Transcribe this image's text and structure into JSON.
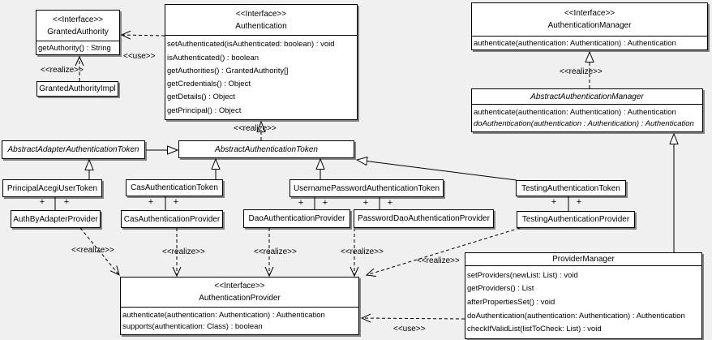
{
  "colors": {
    "background": "#f0f0f0",
    "box_fill": "#ffffff",
    "line": "#000000"
  },
  "labels": {
    "realize": "<<realize>>",
    "use": "<<use>>",
    "plus": "+"
  },
  "classes": {
    "granted_authority": {
      "stereotype": "<<Interface>>",
      "name": "GrantedAuthority",
      "methods": [
        "getAuthority() : String"
      ]
    },
    "granted_authority_impl": {
      "name": "GrantedAuthorityImpl"
    },
    "authentication": {
      "stereotype": "<<Interface>>",
      "name": "Authentication",
      "methods": [
        "setAuthenticated(isAuthenticated: boolean) : void",
        "isAuthenticated() : boolean",
        "getAuthorities() : GrantedAuthority[]",
        "getCredentials() : Object",
        "getDetails() : Object",
        "getPrincipal() : Object"
      ]
    },
    "authentication_manager": {
      "stereotype": "<<Interface>>",
      "name": "AuthenticationManager",
      "methods": [
        "authenticate(authentication: Authentication) : Authentication"
      ]
    },
    "abstract_authentication_manager": {
      "name": "AbstractAuthenticationManager",
      "methods": [
        "authenticate(authentication: Authentication) : Authentication",
        "doAuthentication(authentication : Authentication) : Authentication"
      ]
    },
    "abstract_adapter_authentication_token": {
      "name": "AbstractAdapterAuthenticationToken"
    },
    "abstract_authentication_token": {
      "name": "AbstractAuthenticationToken"
    },
    "principal_acegi_user_token": {
      "name": "PrincipalAcegiUserToken"
    },
    "cas_authentication_token": {
      "name": "CasAuthenticationToken"
    },
    "username_password_authentication_token": {
      "name": "UsernamePasswordAuthenticationToken"
    },
    "testing_authentication_token": {
      "name": "TestingAuthenticationToken"
    },
    "auth_by_adapter_provider": {
      "name": "AuthByAdapterProvider"
    },
    "cas_authentication_provider": {
      "name": "CasAuthenticationProvider"
    },
    "dao_authentication_provider": {
      "name": "DaoAuthenticationProvider"
    },
    "password_dao_authentication_provider": {
      "name": "PasswordDaoAuthenticationProvider"
    },
    "testing_authentication_provider": {
      "name": "TestingAuthenticationProvider"
    },
    "authentication_provider": {
      "stereotype": "<<Interface>>",
      "name": "AuthenticationProvider",
      "methods": [
        "authenticate(authentication: Authentication) : Authentication",
        "supports(authentication: Class) : boolean"
      ]
    },
    "provider_manager": {
      "name": "ProviderManager",
      "methods": [
        "setProviders(newList: List) : void",
        "getProviders() : List",
        "afterPropertiesSet() : void",
        "doAuthentication(authentication: Authentication) : Authentication",
        "checkIfValidList(listToCheck: List) : void"
      ]
    }
  }
}
